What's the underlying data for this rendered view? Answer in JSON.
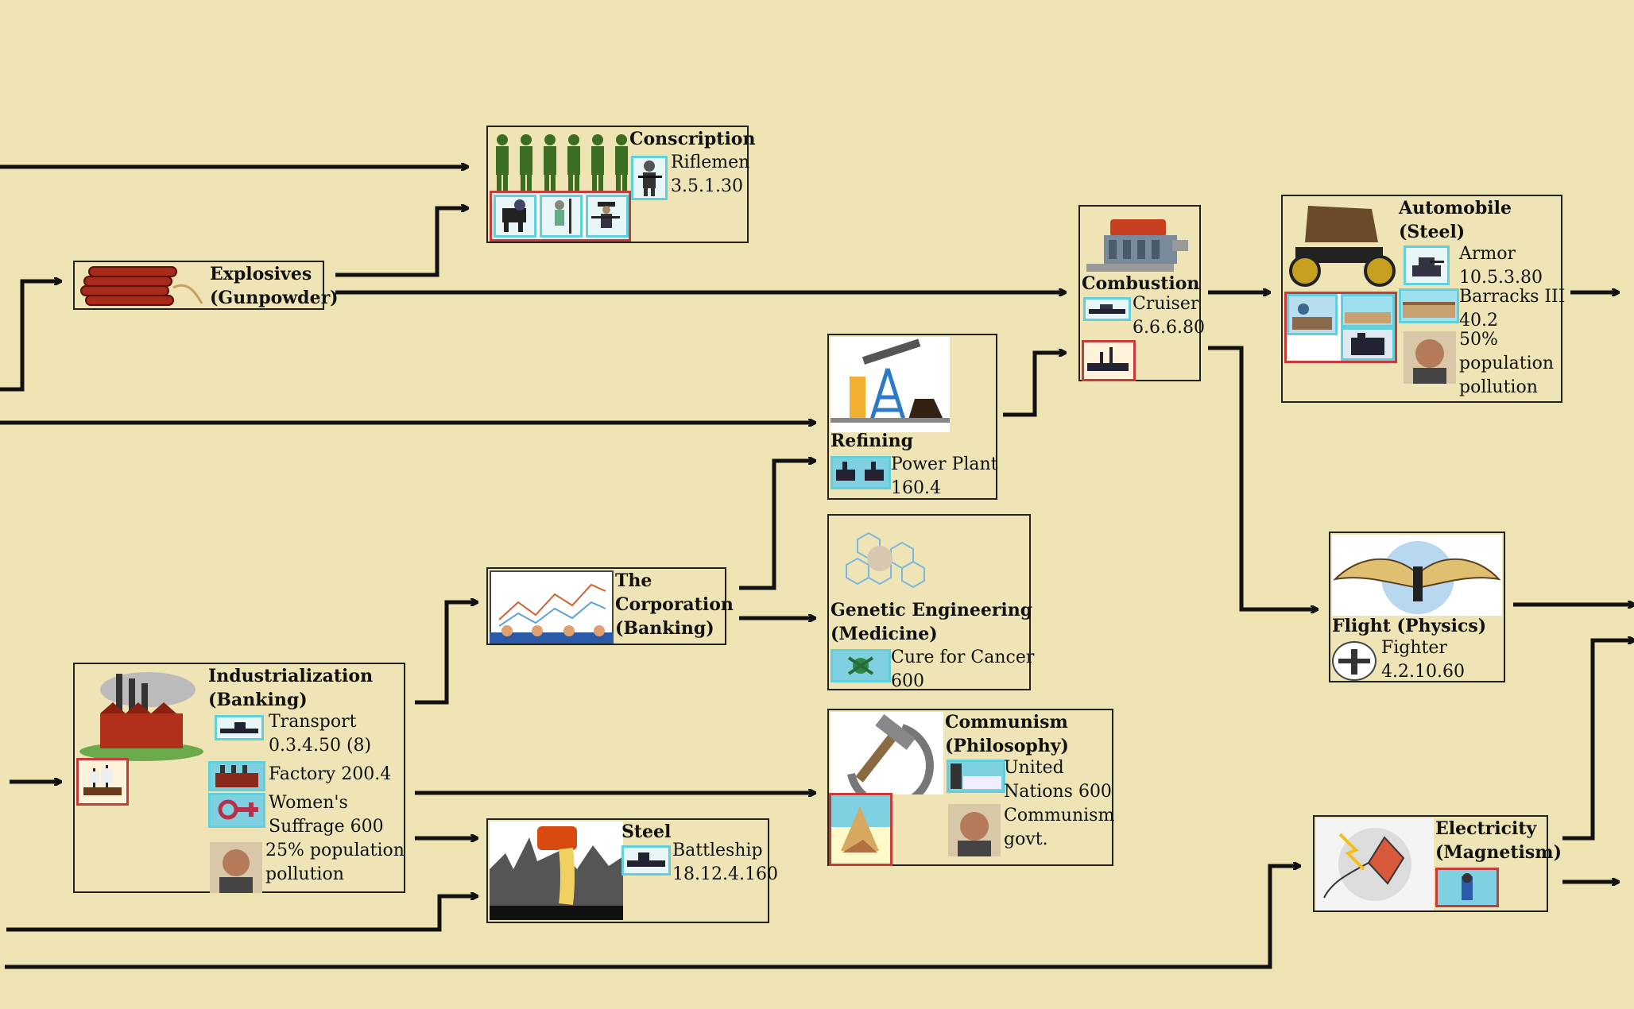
{
  "nodes": {
    "conscription": {
      "title": "Conscription",
      "unit": "Riflemen",
      "stats": "3.5.1.30"
    },
    "explosives": {
      "title1": "Explosives",
      "title2": "(Gunpowder)"
    },
    "combustion": {
      "title": "Combustion",
      "unit": "Cruiser",
      "stats": "6.6.6.80"
    },
    "automobile": {
      "title1": "Automobile",
      "title2": "(Steel)",
      "unit": "Armor",
      "stats": "10.5.3.80",
      "building": "Barracks III",
      "building_stats": "40.2",
      "pollution1": "50%",
      "pollution2": "population",
      "pollution3": "pollution"
    },
    "refining": {
      "title": "Refining",
      "building": "Power Plant",
      "cost": "160.4"
    },
    "corporation": {
      "title1": "The",
      "title2": "Corporation",
      "title3": "(Banking)"
    },
    "genetic": {
      "title1": "Genetic Engineering",
      "title2": "(Medicine)",
      "wonder": "Cure for Cancer",
      "cost": "600"
    },
    "industrialization": {
      "title1": "Industrialization",
      "title2": "(Banking)",
      "unit": "Transport",
      "stats": "0.3.4.50 (8)",
      "building": "Factory 200.4",
      "wonder1": "Women's",
      "wonder2": "Suffrage 600",
      "pollution1": "25% population",
      "pollution2": "pollution"
    },
    "communism": {
      "title1": "Communism",
      "title2": "(Philosophy)",
      "wonder1": "United",
      "wonder2": "Nations 600",
      "govt1": "Communism",
      "govt2": "govt."
    },
    "steel": {
      "title": "Steel",
      "unit": "Battleship",
      "stats": "18.12.4.160"
    },
    "flight": {
      "title": "Flight (Physics)",
      "unit": "Fighter",
      "stats": "4.2.10.60"
    },
    "electricity": {
      "title1": "Electricity",
      "title2": "(Magnetism)"
    }
  },
  "icons": [
    "rifleman-icon",
    "knight-icon",
    "pikeman-icon",
    "musketeer-icon",
    "cruiser-icon",
    "armor-icon",
    "barracks-icon",
    "power-plant-icon",
    "cure-for-cancer-icon",
    "transport-icon",
    "factory-icon",
    "womens-suffrage-icon",
    "united-nations-icon",
    "battleship-icon",
    "fighter-icon",
    "governor-portrait-icon"
  ],
  "colors": {
    "background": "#eee3b2",
    "icon_border": "#5fd0dc",
    "obsolete_border": "#c83b3b",
    "line": "#111111"
  }
}
